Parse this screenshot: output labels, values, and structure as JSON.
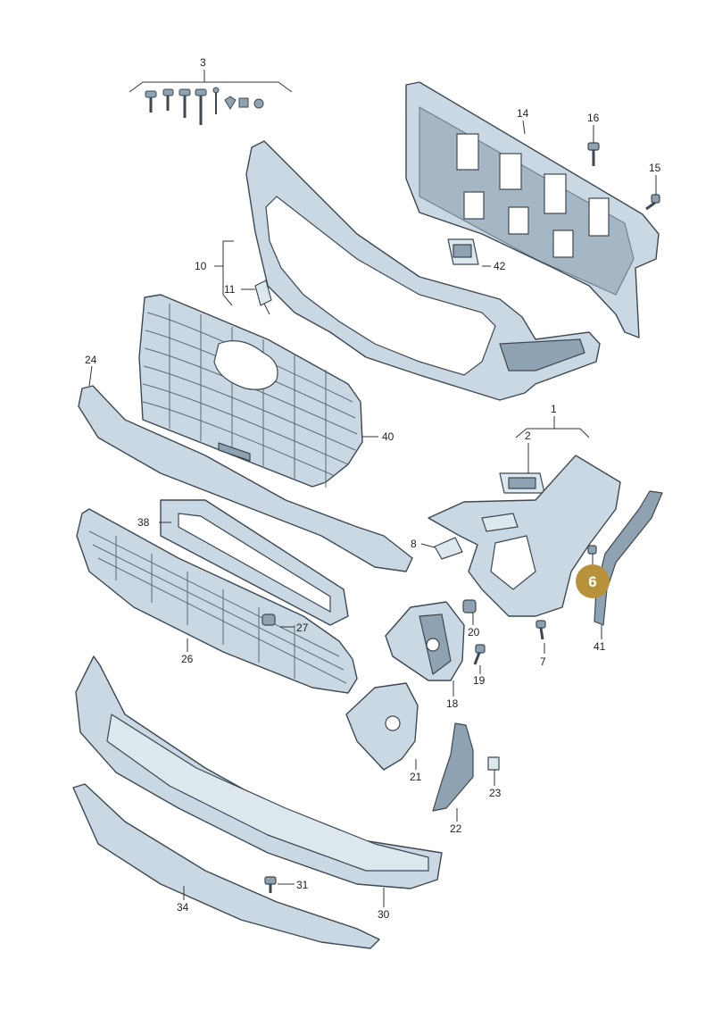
{
  "labels": {
    "l1": "1",
    "l2": "2",
    "l3": "3",
    "l7": "7",
    "l8": "8",
    "l10": "10",
    "l11": "11",
    "l14": "14",
    "l15": "15",
    "l16": "16",
    "l18": "18",
    "l19": "19",
    "l20": "20",
    "l21": "21",
    "l22": "22",
    "l23": "23",
    "l24": "24",
    "l26": "26",
    "l27": "27",
    "l30": "30",
    "l31": "31",
    "l34": "34",
    "l38": "38",
    "l40": "40",
    "l41": "41",
    "l42": "42"
  },
  "highlight": {
    "number": "6",
    "color": "#b8923a"
  },
  "colors": {
    "part_fill": "#c9d8e3",
    "outline": "#3d4852"
  }
}
